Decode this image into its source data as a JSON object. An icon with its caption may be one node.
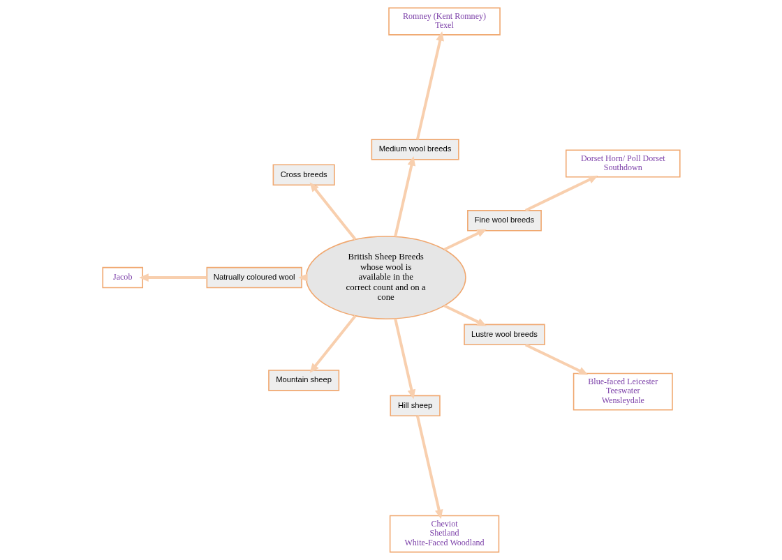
{
  "diagram": {
    "nodes": [
      {
        "text": [
          "British Sheep Breeds whose wool is available in the correct count and on a cone"
        ]
      },
      {
        "text": [
          "Fine wool breeds"
        ]
      },
      {
        "text": [
          "Dorset Horn/ Poll Dorset",
          "Southdown"
        ]
      },
      {
        "text": [
          "Medium wool breeds"
        ]
      },
      {
        "text": [
          "Romney (Kent Romney)",
          "Texel"
        ]
      },
      {
        "text": [
          "Cross breeds"
        ]
      },
      {
        "text": [
          "Natrually coloured wool"
        ]
      },
      {
        "text": [
          "Jacob"
        ]
      },
      {
        "text": [
          "Mountain sheep"
        ]
      },
      {
        "text": [
          "Hill sheep"
        ]
      },
      {
        "text": [
          "Cheviot",
          "Shetland",
          "White-Faced Woodland"
        ]
      },
      {
        "text": [
          "Lustre wool breeds"
        ]
      },
      {
        "text": [
          "Blue-faced Leicester",
          "Teeswater",
          "Wensleydale"
        ]
      }
    ],
    "edges": [
      {
        "from": 0,
        "to": 1,
        "arrow": "to"
      },
      {
        "from": 1,
        "to": 2,
        "arrow": "to"
      },
      {
        "from": 0,
        "to": 3,
        "arrow": "to"
      },
      {
        "from": 3,
        "to": 4,
        "arrow": "to"
      },
      {
        "from": 0,
        "to": 5,
        "arrow": "to"
      },
      {
        "from": 0,
        "to": 6,
        "arrow": "to"
      },
      {
        "from": 6,
        "to": 7,
        "arrow": "to"
      },
      {
        "from": 0,
        "to": 8,
        "arrow": "to"
      },
      {
        "from": 0,
        "to": 9,
        "arrow": "to"
      },
      {
        "from": 9,
        "to": 10,
        "arrow": "to"
      },
      {
        "from": 0,
        "to": 11,
        "arrow": "to"
      },
      {
        "from": 11,
        "to": 12,
        "arrow": "to"
      }
    ]
  }
}
